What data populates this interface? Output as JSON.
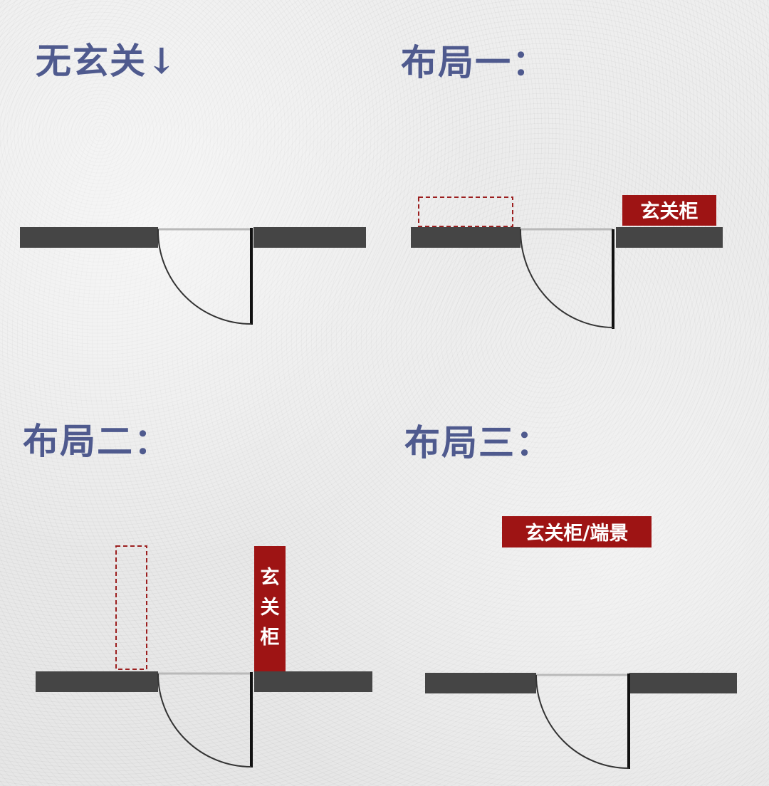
{
  "headings": {
    "no_foyer": "无玄关↓",
    "layout_one": "布局一：",
    "layout_two": "布局二：",
    "layout_three": "布局三："
  },
  "cabinet_labels": {
    "layout_one": "玄关柜",
    "layout_two": [
      "玄",
      "关",
      "柜"
    ],
    "layout_three": "玄关柜/端景"
  },
  "colors": {
    "heading": "#4f5a8e",
    "cabinet": "#9e1414",
    "wall": "#454545"
  }
}
